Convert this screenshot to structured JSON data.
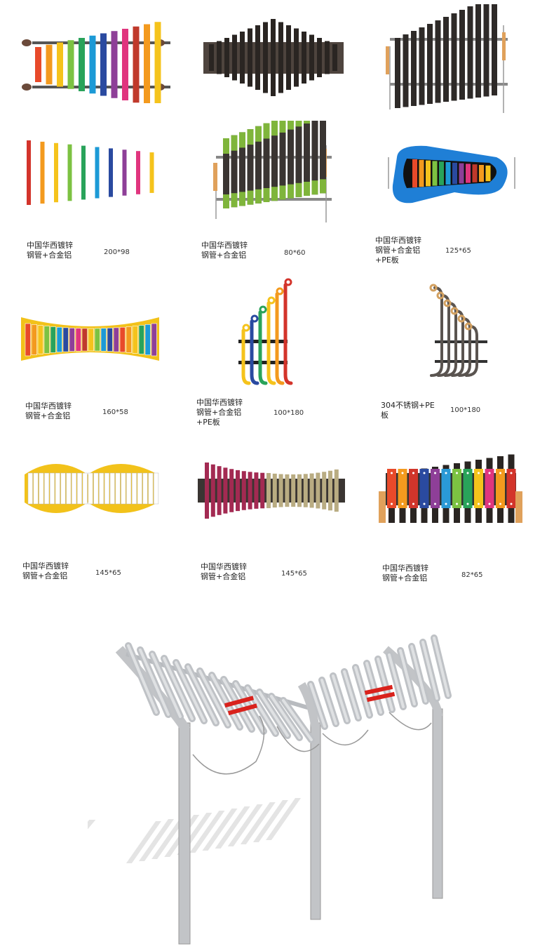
{
  "products": [
    {
      "caption": "中国华西镀锌\n钢管+合金铝",
      "size": "200*98"
    },
    {
      "caption": "中国华西镀锌\n钢管+合金铝",
      "size": "80*60"
    },
    {
      "caption": "中国华西镀锌\n钢管+合金铝\n+PE板",
      "size": "125*65"
    },
    {
      "caption": "中国华西镀锌\n钢管+合金铝",
      "size": "160*58"
    },
    {
      "caption": "中国华西镀锌\n钢管+合金铝\n+PE板",
      "size": "100*180"
    },
    {
      "caption": "304不锈钢+PE\n板",
      "size": "100*180"
    },
    {
      "caption": "中国华西镀锌\n钢管+合金铝",
      "size": "145*65"
    },
    {
      "caption": "中国华西镀锌\n钢管+合金铝",
      "size": "145*65"
    },
    {
      "caption": "中国华西镀锌\n钢管+合金铝",
      "size": "82*65"
    }
  ],
  "colors": {
    "rainbow": [
      "#e84a2a",
      "#f39a1e",
      "#f5c31c",
      "#7cc242",
      "#29a35a",
      "#1c9ad6",
      "#2a4aa0",
      "#8e3f98",
      "#e0357e",
      "#c0392b",
      "#f39a1e",
      "#f5c31c"
    ],
    "dark_pipe": "#4a4340",
    "steel": "#c9ccd0"
  }
}
